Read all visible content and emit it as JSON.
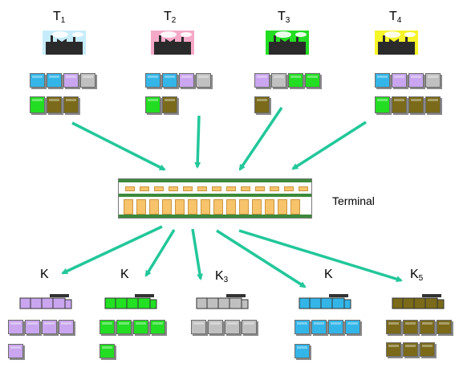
{
  "sources": [
    {
      "id": "T",
      "sub": "1",
      "color": "#c6ecfb"
    },
    {
      "id": "T",
      "sub": "2",
      "color": "#f5a9c8"
    },
    {
      "id": "T",
      "sub": "3",
      "color": "#22dd22"
    },
    {
      "id": "T",
      "sub": "4",
      "color": "#f5f52a"
    }
  ],
  "terminal_label": "Terminal",
  "destinations": [
    {
      "id": "K",
      "sub": "",
      "color": "#c9a6ef"
    },
    {
      "id": "K",
      "sub": "",
      "color": "#22e022"
    },
    {
      "id": "K",
      "sub": "3",
      "color": "#c0c0c0"
    },
    {
      "id": "K",
      "sub": "",
      "color": "#33b5e8"
    },
    {
      "id": "K",
      "sub": "5",
      "color": "#7a6a1a"
    }
  ],
  "cargo_colors": {
    "blue": "#33b5e8",
    "purple": "#c9a6ef",
    "gray": "#c0c0c0",
    "green": "#22dd22",
    "olive": "#7a6a1a"
  }
}
